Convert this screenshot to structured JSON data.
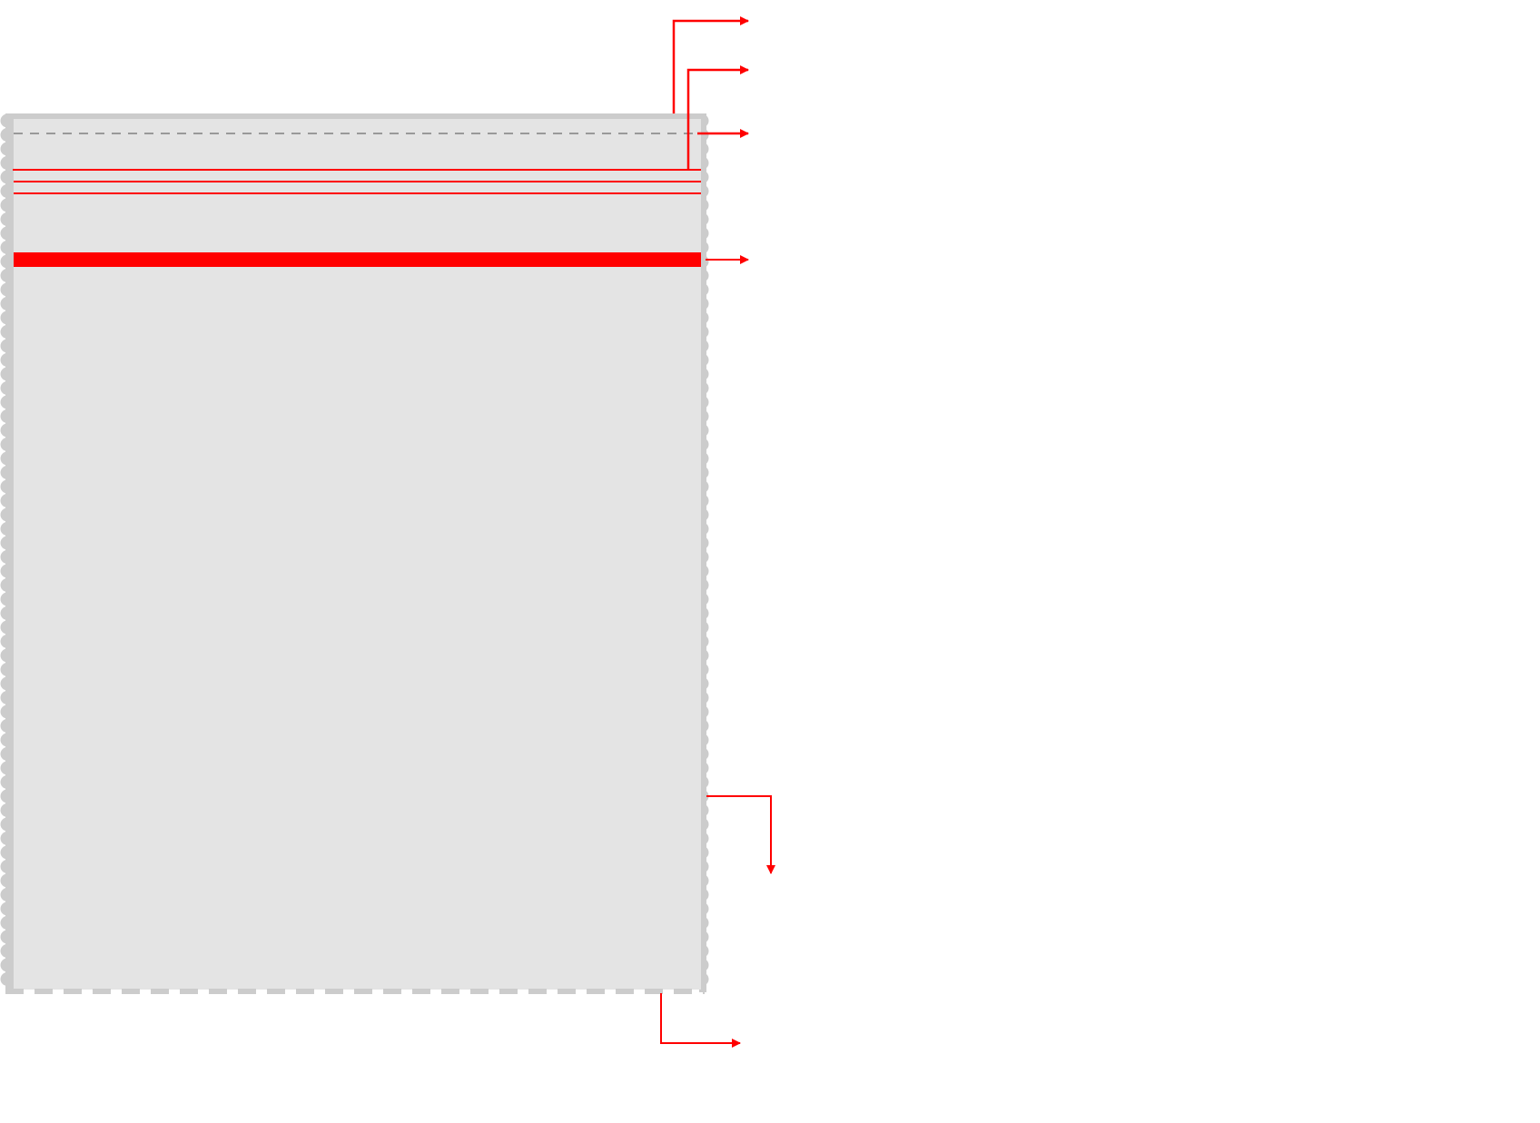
{
  "colors": {
    "background": "#ffffff",
    "panel_fill": "#e4e4e4",
    "panel_border": "#cccccc",
    "dashed_line": "#999999",
    "accent": "#ff0000"
  },
  "panel": {
    "edge_style_sides": "scalloped",
    "edge_style_bottom": "dashed"
  },
  "arrows": [
    {
      "direction": "right"
    },
    {
      "direction": "right"
    },
    {
      "direction": "right"
    },
    {
      "direction": "right"
    },
    {
      "direction": "down"
    },
    {
      "direction": "right"
    }
  ]
}
